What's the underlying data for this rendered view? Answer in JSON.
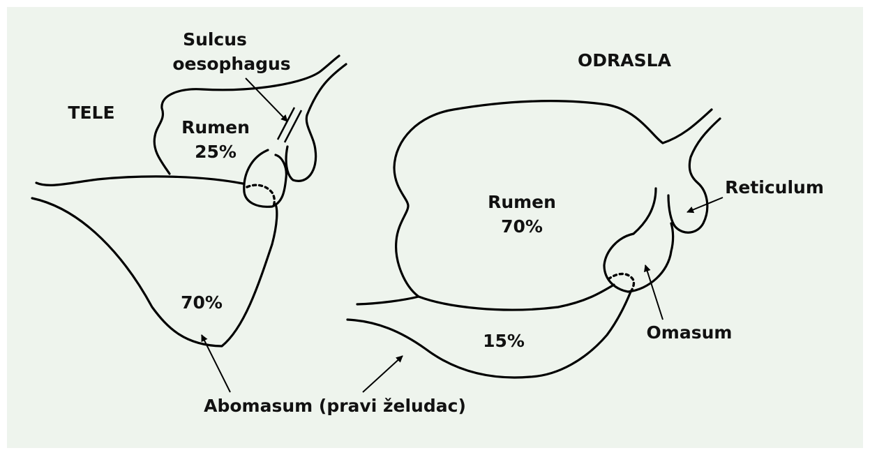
{
  "colors": {
    "background": "#eef4ed",
    "stroke": "#000000",
    "text": "#111111"
  },
  "labels": {
    "calf_title": "TELE",
    "adult_title": "ODRASLA",
    "sulcus_line1": "Sulcus",
    "sulcus_line2": "oesophagus",
    "calf_rumen_name": "Rumen",
    "calf_rumen_pct": "25%",
    "calf_abomasum_pct": "70%",
    "adult_rumen_name": "Rumen",
    "adult_rumen_pct": "70%",
    "adult_abomasum_pct": "15%",
    "reticulum": "Reticulum",
    "omasum": "Omasum",
    "abomasum": "Abomasum (pravi želudac)"
  }
}
